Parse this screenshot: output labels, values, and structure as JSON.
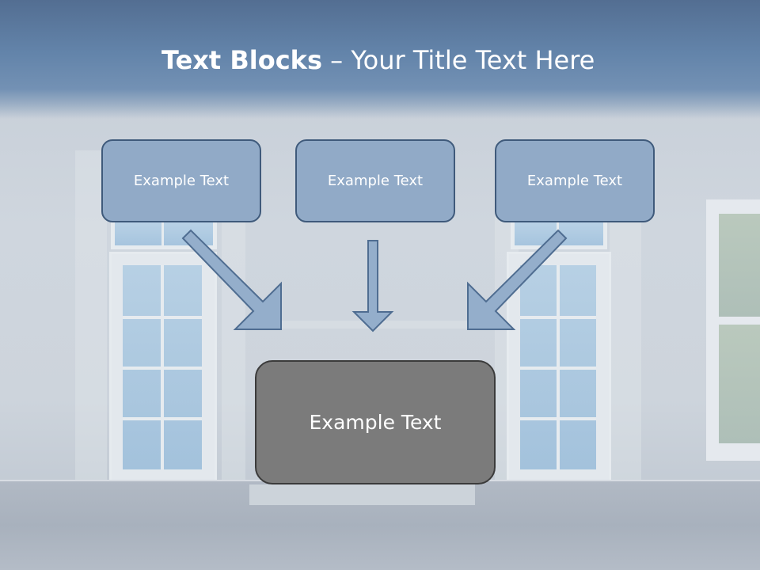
{
  "title": {
    "bold": "Text Blocks",
    "rest": " – Your Title Text Here"
  },
  "boxes": {
    "left": "Example Text",
    "center": "Example Text",
    "right": "Example Text",
    "main": "Example Text"
  },
  "colors": {
    "title_band": "#6384aa",
    "small_box_fill": "#91aac7",
    "small_box_border": "#3f5a7b",
    "main_box_fill": "#7b7b7b",
    "main_box_border": "#3b3b3b",
    "arrow_fill": "#94aecb",
    "arrow_stroke": "#4f6d91"
  }
}
